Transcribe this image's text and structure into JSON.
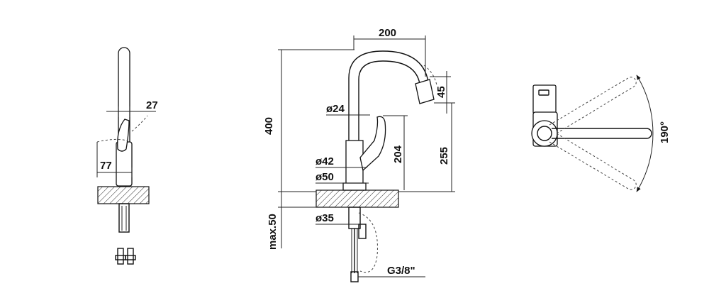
{
  "dimensions": {
    "side_handle_width": "27",
    "side_depth": "77",
    "reach": "200",
    "spout_tip": "45",
    "total_height": "400",
    "spout_diameter": "ø24",
    "outlet_height": "255",
    "handle_height": "204",
    "body_diameter": "ø42",
    "base_diameter": "ø50",
    "counter_thickness": "max.50",
    "hole_diameter": "ø35",
    "connection": "G3/8\"",
    "swivel_angle": "190°"
  }
}
